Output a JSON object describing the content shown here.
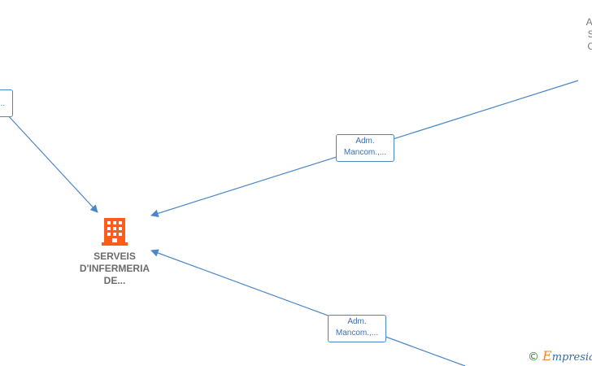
{
  "company": {
    "name_lines": [
      "SERVEIS",
      "D'INFERMERIA",
      "DE..."
    ],
    "icon": "building-icon",
    "icon_color": "#ff5a1f"
  },
  "people": [
    {
      "id": "top-right",
      "lines": [
        "Arn",
        "Sa",
        "Ca",
        "("
      ]
    },
    {
      "id": "top-left",
      "lines": [
        "..."
      ]
    }
  ],
  "edges": [
    {
      "id": "adm-top",
      "label_lines": [
        "Adm.",
        "Mancom.,..."
      ]
    },
    {
      "id": "adm-bottom",
      "label_lines": [
        "Adm.",
        "Mancom.,..."
      ]
    }
  ],
  "colors": {
    "edge": "#4a86c8",
    "label_text": "#3a6fb0",
    "company_text": "#6b6b6b"
  },
  "watermark": {
    "copyright": "©",
    "brand_initial": "E",
    "brand_rest": "mpresia"
  }
}
